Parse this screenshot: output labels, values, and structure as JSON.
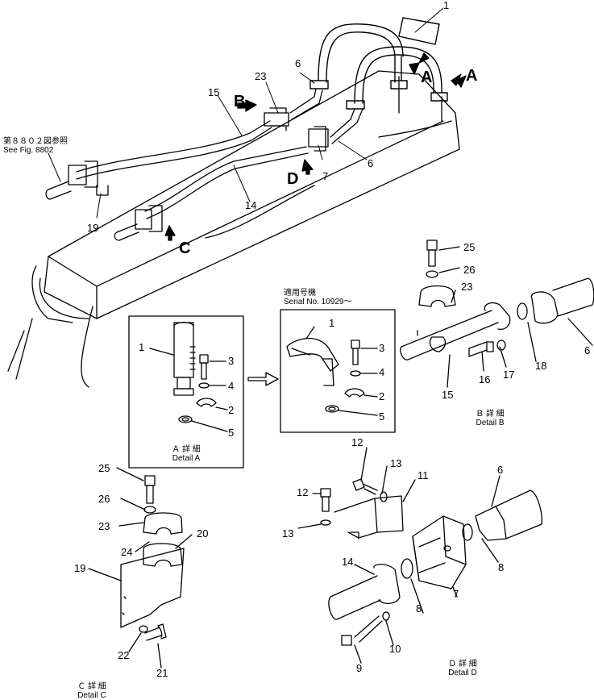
{
  "callouts": {
    "c1_top": "1",
    "c6_a": "6",
    "c23": "23",
    "c15": "15",
    "c6_b": "6",
    "c7": "7",
    "c14": "14",
    "c19": "19",
    "c25_b": "25",
    "c26_b": "26",
    "c23_b": "23",
    "c6_c": "6",
    "c18": "18",
    "c17": "17",
    "c16": "16",
    "c15_b": "15",
    "c1_a": "1",
    "c3_a": "3",
    "c4_a": "4",
    "c2_a": "2",
    "c5_a": "5",
    "c1_n": "1",
    "c3_n": "3",
    "c4_n": "4",
    "c2_n": "2",
    "c5_n": "5",
    "c12_a": "12",
    "c13_a": "13",
    "c11": "11",
    "c12_b": "12",
    "c13_b": "13",
    "c6_d": "6",
    "c8_a": "8",
    "c8_b": "8",
    "c14_d": "14",
    "c7_d": "7",
    "c10": "10",
    "c9": "9",
    "c25_c": "25",
    "c26_c": "26",
    "c23_c": "23",
    "c20": "20",
    "c24": "24",
    "c19_c": "19",
    "c22": "22",
    "c21": "21"
  },
  "view_arrows": {
    "a1": "A",
    "a2": "A",
    "b": "B",
    "c": "C",
    "d": "D"
  },
  "see_fig": {
    "jp": "第８８０２図参照",
    "en": "See Fig. 8802"
  },
  "serial": {
    "jp": "適用号機",
    "en": "Serial No. 10929～"
  },
  "details": {
    "a_jp": "Ａ 詳 細",
    "a_en": "Detail A",
    "b_jp": "Ｂ 詳 細",
    "b_en": "Detail B",
    "c_jp": "Ｃ 詳 細",
    "c_en": "Detail C",
    "d_jp": "Ｄ 詳 細",
    "d_en": "Detail D"
  }
}
